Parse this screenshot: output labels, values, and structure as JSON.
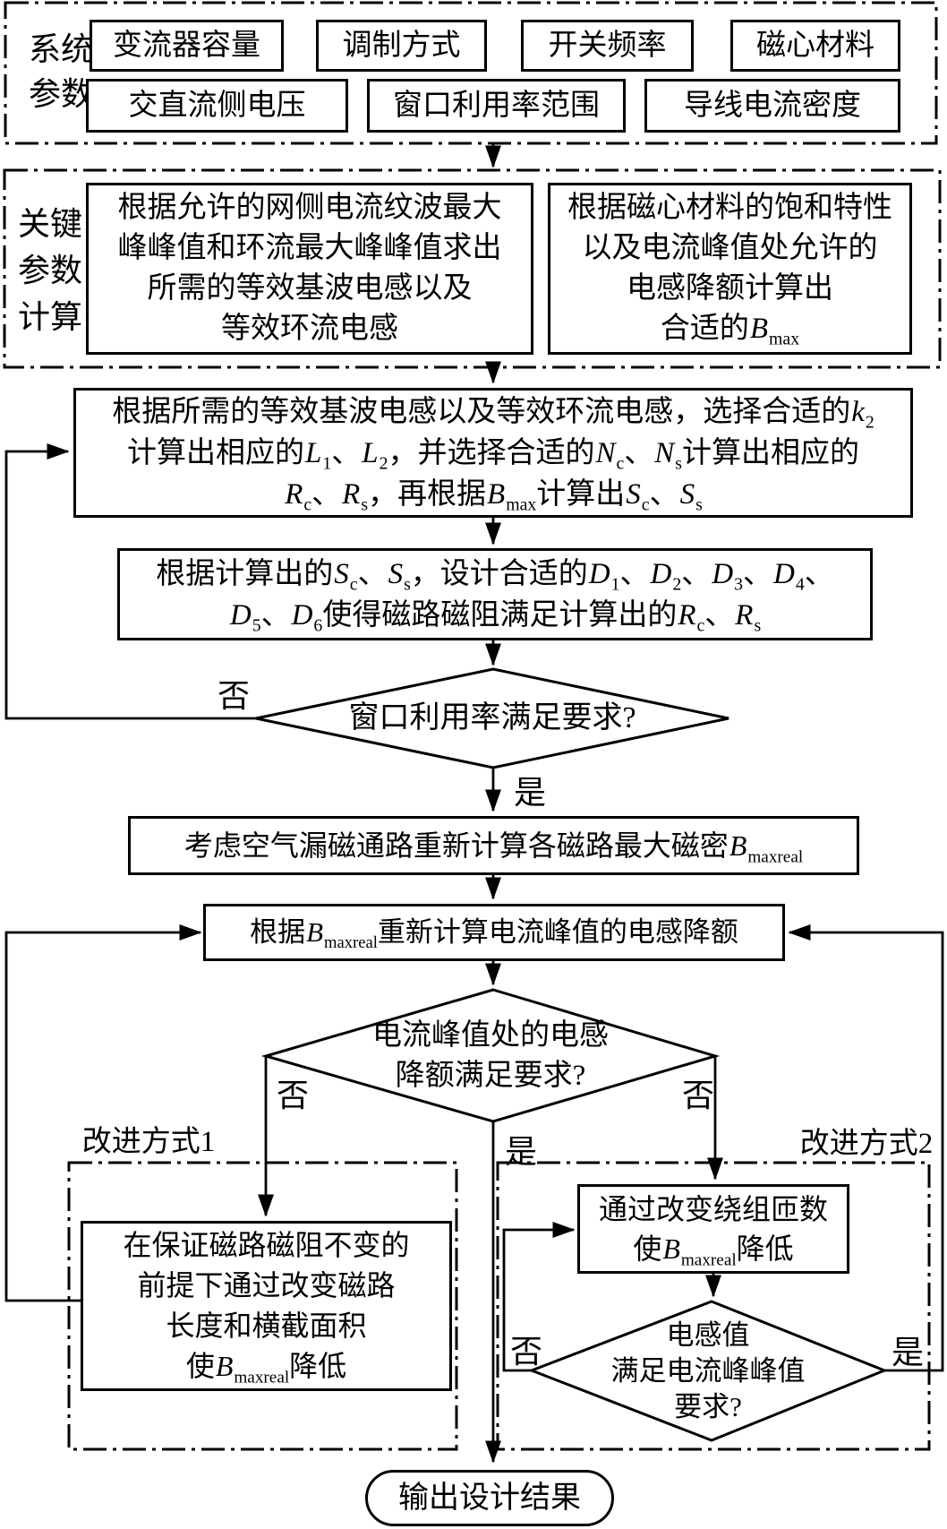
{
  "colors": {
    "ink": "#000000",
    "background": "#ffffff"
  },
  "labels": {
    "yes": "是",
    "no": "否",
    "improve1": "改进方式1",
    "improve2": "改进方式2"
  },
  "system_params": {
    "title_lines": [
      "系统",
      "参数"
    ],
    "row1": [
      "变流器容量",
      "调制方式",
      "开关频率",
      "磁心材料"
    ],
    "row2": [
      "交直流侧电压",
      "窗口利用率范围",
      "导线电流密度"
    ]
  },
  "key_calc": {
    "title_lines": [
      "关键",
      "参数",
      "计算"
    ],
    "left_lines": [
      "根据允许的网侧电流纹波最大",
      "峰峰值和环流最大峰峰值求出",
      "所需的等效基波电感以及",
      "等效环流电感"
    ],
    "right_lines": [
      [
        {
          "t": "根据磁心材料的饱和特性"
        }
      ],
      [
        {
          "t": "以及电流峰值处允许的"
        }
      ],
      [
        {
          "t": "电感降额计算出"
        }
      ],
      [
        {
          "t": "合适的"
        },
        {
          "v": "B"
        },
        {
          "s": "max"
        }
      ]
    ]
  },
  "steps": {
    "select_params": {
      "lines": [
        [
          {
            "t": "根据所需的等效基波电感以及等效环流电感，选择合适的"
          },
          {
            "v": "k"
          },
          {
            "s": "2"
          }
        ],
        [
          {
            "t": "计算出相应的"
          },
          {
            "v": "L"
          },
          {
            "s": "1"
          },
          {
            "t": "、"
          },
          {
            "v": "L"
          },
          {
            "s": "2"
          },
          {
            "t": "，并选择合适的"
          },
          {
            "v": "N"
          },
          {
            "s": "c"
          },
          {
            "t": "、"
          },
          {
            "v": "N"
          },
          {
            "s": "s"
          },
          {
            "t": "计算出相应的"
          }
        ],
        [
          {
            "v": "R"
          },
          {
            "s": "c"
          },
          {
            "t": "、"
          },
          {
            "v": "R"
          },
          {
            "s": "s"
          },
          {
            "t": "，再根据"
          },
          {
            "v": "B"
          },
          {
            "s": "max"
          },
          {
            "t": "计算出"
          },
          {
            "v": "S"
          },
          {
            "s": "c"
          },
          {
            "t": "、"
          },
          {
            "v": "S"
          },
          {
            "s": "s"
          }
        ]
      ]
    },
    "design_d": {
      "lines": [
        [
          {
            "t": "根据计算出的"
          },
          {
            "v": "S"
          },
          {
            "s": "c"
          },
          {
            "t": "、"
          },
          {
            "v": "S"
          },
          {
            "s": "s"
          },
          {
            "t": "，设计合适的"
          },
          {
            "v": "D"
          },
          {
            "s": "1"
          },
          {
            "t": "、"
          },
          {
            "v": "D"
          },
          {
            "s": "2"
          },
          {
            "t": "、"
          },
          {
            "v": "D"
          },
          {
            "s": "3"
          },
          {
            "t": "、"
          },
          {
            "v": "D"
          },
          {
            "s": "4"
          },
          {
            "t": "、"
          }
        ],
        [
          {
            "v": "D"
          },
          {
            "s": "5"
          },
          {
            "t": "、"
          },
          {
            "v": "D"
          },
          {
            "s": "6"
          },
          {
            "t": "使得磁路磁阻满足计算出的"
          },
          {
            "v": "R"
          },
          {
            "s": "c"
          },
          {
            "t": "、"
          },
          {
            "v": "R"
          },
          {
            "s": "s"
          }
        ]
      ]
    },
    "window_check": {
      "text": "窗口利用率满足要求?"
    },
    "recalc_bmax": {
      "line": [
        {
          "t": "考虑空气漏磁通路重新计算各磁路最大磁密"
        },
        {
          "v": "B"
        },
        {
          "s": "maxreal"
        }
      ]
    },
    "recalc_derate": {
      "line": [
        {
          "t": "根据"
        },
        {
          "v": "B"
        },
        {
          "s": "maxreal"
        },
        {
          "t": "重新计算电流峰值的电感降额"
        }
      ]
    },
    "derate_check": {
      "lines": [
        "电流峰值处的电感",
        "降额满足要求?"
      ]
    },
    "improve1_box": {
      "lines": [
        [
          {
            "t": "在保证磁路磁阻不变的"
          }
        ],
        [
          {
            "t": "前提下通过改变磁路"
          }
        ],
        [
          {
            "t": "长度和横截面积"
          }
        ],
        [
          {
            "t": "使"
          },
          {
            "v": "B"
          },
          {
            "s": "maxreal"
          },
          {
            "t": "降低"
          }
        ]
      ]
    },
    "improve2_box": {
      "lines": [
        [
          {
            "t": "通过改变绕组匝数"
          }
        ],
        [
          {
            "t": "使"
          },
          {
            "v": "B"
          },
          {
            "s": "maxreal"
          },
          {
            "t": "降低"
          }
        ]
      ]
    },
    "inductance_check": {
      "lines": [
        "电感值",
        "满足电流峰峰值",
        "要求?"
      ]
    },
    "output": {
      "text": "输出设计结果"
    }
  }
}
